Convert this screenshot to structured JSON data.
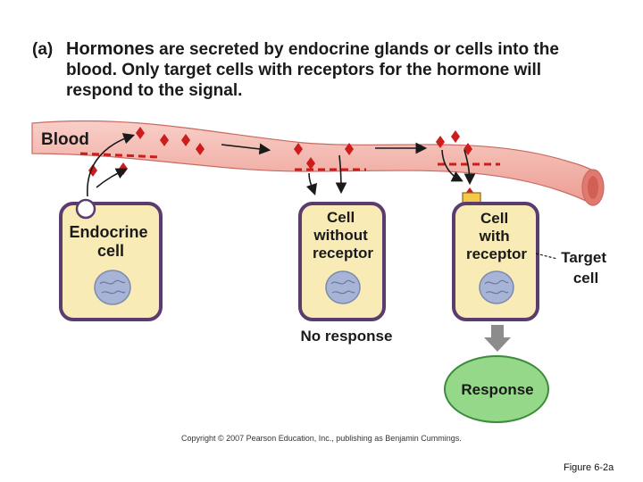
{
  "caption": {
    "tag": "(a)",
    "keyword": "Hormones",
    "text": " are secreted by endocrine glands or cells into the blood. Only target cells with receptors for the hormone will respond to the signal."
  },
  "labels": {
    "blood": "Blood",
    "endocrine_1": "Endocrine",
    "endocrine_2": "cell",
    "without_1": "Cell",
    "without_2": "without",
    "without_3": "receptor",
    "with_1": "Cell",
    "with_2": "with",
    "with_3": "receptor",
    "target_1": "Target",
    "target_2": "cell",
    "no_response": "No response",
    "response": "Response"
  },
  "footer": {
    "copyright": "Copyright © 2007 Pearson Education, Inc., publishing as Benjamin Cummings.",
    "figure": "Figure 6-2a"
  },
  "colors": {
    "vessel": "#f4b8b0",
    "vessel_stroke": "#c96a62",
    "cell_fill": "#f9ebb5",
    "cell_stroke": "#5a3c6e",
    "nucleus": "#a7b4d6",
    "hormone": "#cc1d1d",
    "response_fill": "#95d88a",
    "response_stroke": "#3c8c3c",
    "receptor": "#f5c84a"
  }
}
